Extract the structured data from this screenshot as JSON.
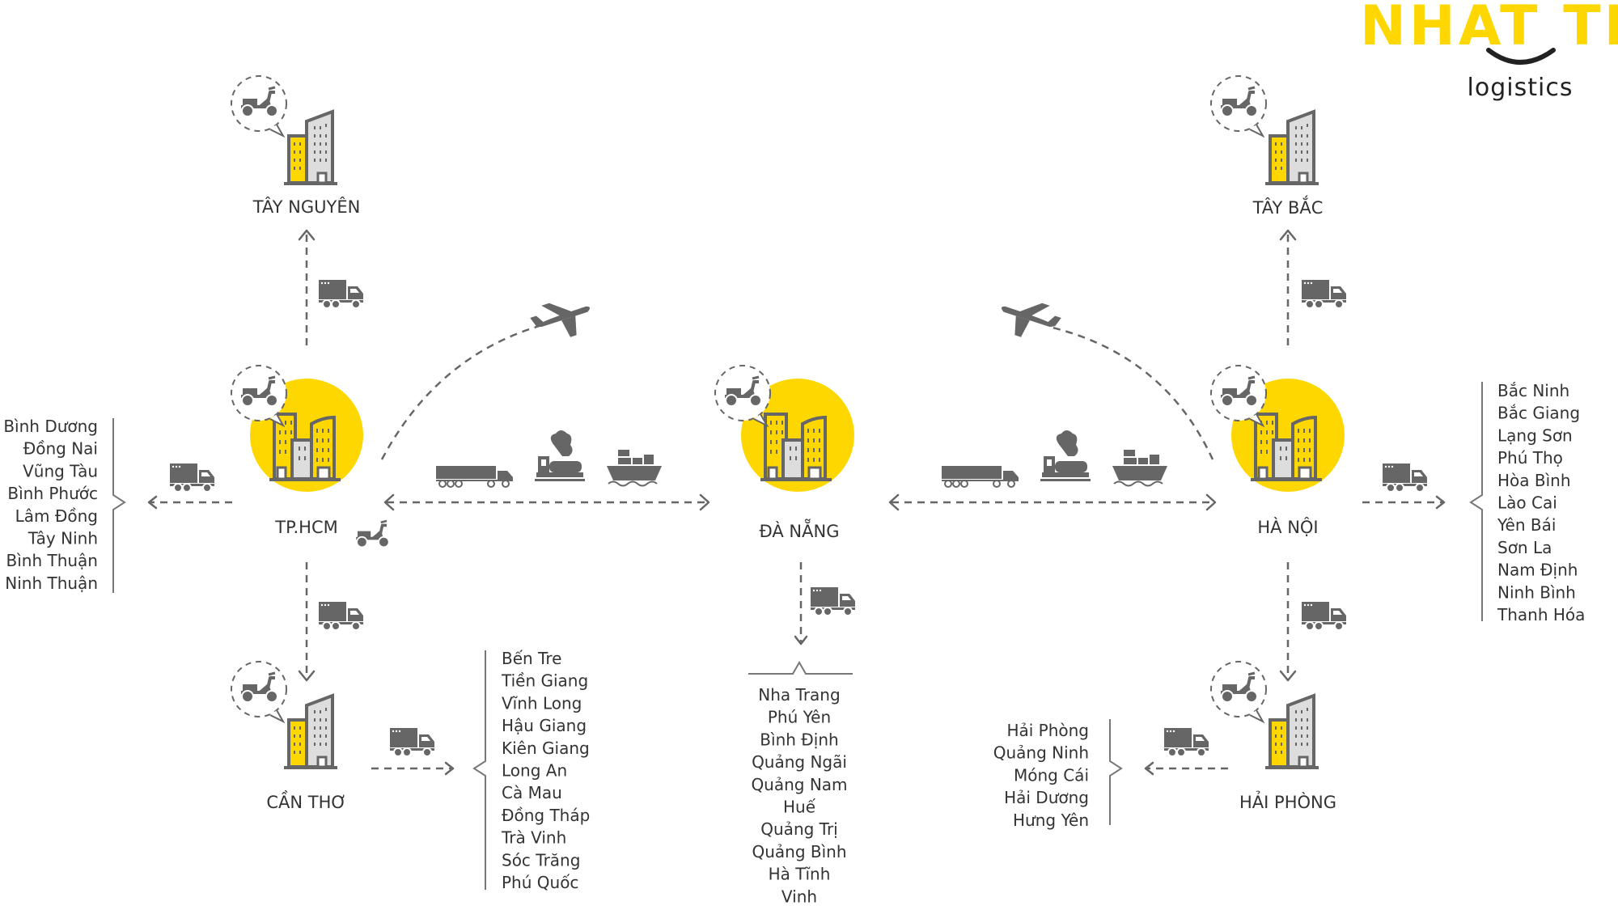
{
  "logo": {
    "brand": "NHAT TIN",
    "tagline": "logistics"
  },
  "colors": {
    "accent": "#FFD700",
    "icon": "#666666",
    "text": "#333333"
  },
  "hubs": {
    "tay_nguyen": "TÂY NGUYÊN",
    "tay_bac": "TÂY BẮC",
    "tphcm": "TP.HCM",
    "da_nang": "ĐÀ NẴNG",
    "ha_noi": "HÀ NỘI",
    "can_tho": "CẦN THƠ",
    "hai_phong": "HẢI PHÒNG"
  },
  "lists": {
    "tphcm_region": [
      "Bình Dương",
      "Đồng Nai",
      "Vũng Tàu",
      "Bình Phước",
      "Lâm Đồng",
      "Tây Ninh",
      "Bình Thuận",
      "Ninh Thuận"
    ],
    "can_tho_region": [
      "Bến Tre",
      "Tiền Giang",
      "Vĩnh Long",
      "Hậu Giang",
      "Kiên Giang",
      "Long An",
      "Cà Mau",
      "Đồng Tháp",
      "Trà Vinh",
      "Sóc Trăng",
      "Phú Quốc"
    ],
    "da_nang_region": [
      "Nha Trang",
      "Phú Yên",
      "Bình Định",
      "Quảng Ngãi",
      "Quảng Nam",
      "Huế",
      "Quảng Trị",
      "Quảng Bình",
      "Hà Tĩnh",
      "Vinh"
    ],
    "ha_noi_region": [
      "Bắc Ninh",
      "Bắc Giang",
      "Lạng Sơn",
      "Phú Thọ",
      "Hòa Bình",
      "Lào Cai",
      "Yên Bái",
      "Sơn La",
      "Nam Định",
      "Ninh Bình",
      "Thanh Hóa"
    ],
    "hai_phong_region": [
      "Hải Phòng",
      "Quảng Ninh",
      "Móng Cái",
      "Hải Dương",
      "Hưng Yên"
    ]
  }
}
